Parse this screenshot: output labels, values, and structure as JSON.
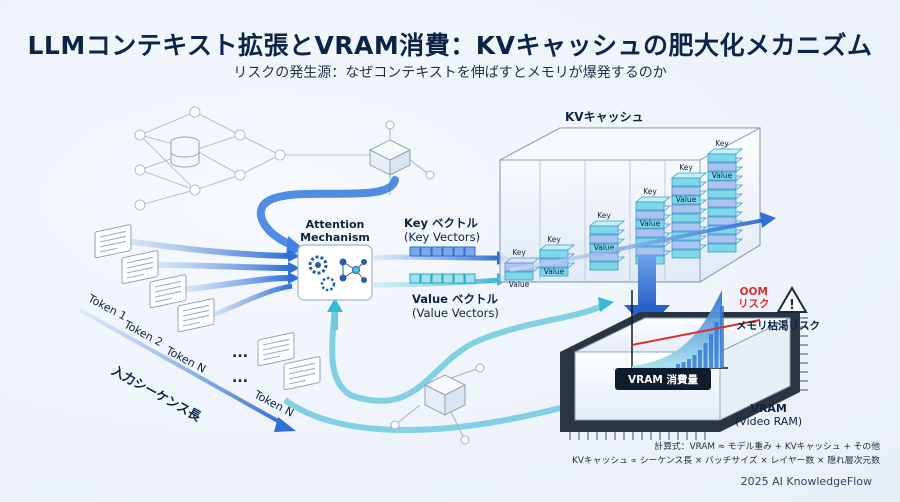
{
  "title": "LLMコンテキスト拡張とVRAM消費：KVキャッシュの肥大化メカニズム",
  "subtitle": "リスクの発生源：なぜコンテキストを伸ばすとメモリが爆発するのか",
  "tokens": {
    "items": [
      "Token 1",
      "Token 2",
      "Token N",
      "...",
      "...",
      "Token N"
    ],
    "sequence_label": "入力シーケンス長"
  },
  "attention": {
    "line1": "Attention",
    "line2": "Mechanism"
  },
  "key_vector": {
    "title": "Key ベクトル",
    "sub": "(Key Vectors)"
  },
  "value_vector": {
    "title": "Value ベクトル",
    "sub": "(Value Vectors)"
  },
  "kv_cache": {
    "label": "KVキャッシュ",
    "key_text": "Key",
    "value_text": "Value"
  },
  "oom": {
    "line1": "OOM",
    "line2": "リスク",
    "warning": "メモリ枯渇リスク"
  },
  "chip": {
    "label": "VRAM 消費量"
  },
  "vram": {
    "line1": "VRAM",
    "line2": "(Video RAM)"
  },
  "formula": {
    "line1": "計算式：VRAM ≈ モデル重み + KVキャッシュ + その他",
    "line2": "KVキャッシュ ∝ シーケンス長 × バッチサイズ × レイヤー数 × 隠れ層次元数"
  },
  "credit": "2025 AI KnowledgeFlow",
  "colors": {
    "navy": "#0b2447",
    "blue": "#2f6fd6",
    "cyan": "#4cc6de",
    "red": "#d62f2f"
  }
}
